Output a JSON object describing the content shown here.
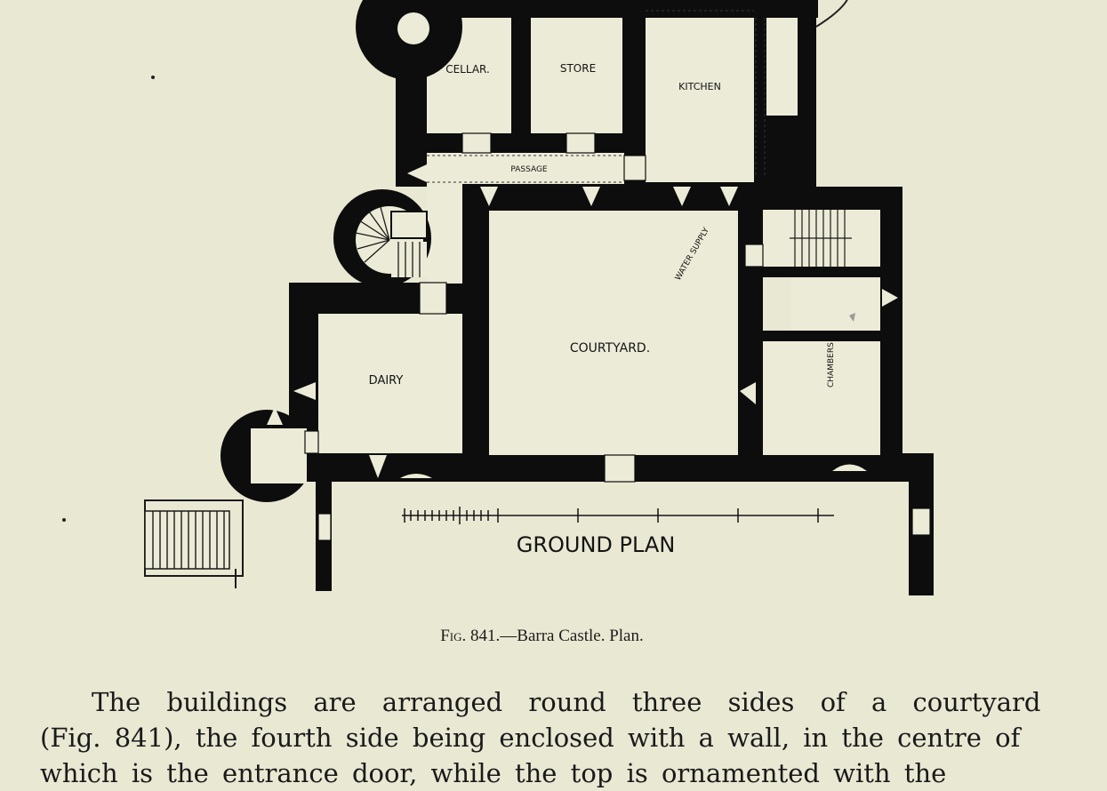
{
  "plan": {
    "rooms": {
      "cellar": "CELLAR.",
      "store": "STORE",
      "kitchen": "KITCHEN",
      "passage": "PASSAGE",
      "water_supply": "WATER SUPPLY",
      "courtyard": "COURTYARD.",
      "dairy": "DAIRY",
      "chambers": "CHAMBERS"
    },
    "title": "GROUND PLAN"
  },
  "caption": {
    "label": "Fig.",
    "number": "841.",
    "text": "—Barra Castle.   Plan."
  },
  "body_text": {
    "lines": [
      "The buildings are arranged round three sides of a courtyard",
      "(Fig. 841), the fourth side being enclosed with a wall, in the centre of",
      "which is the entrance door, while the top is ornamented with the"
    ]
  }
}
